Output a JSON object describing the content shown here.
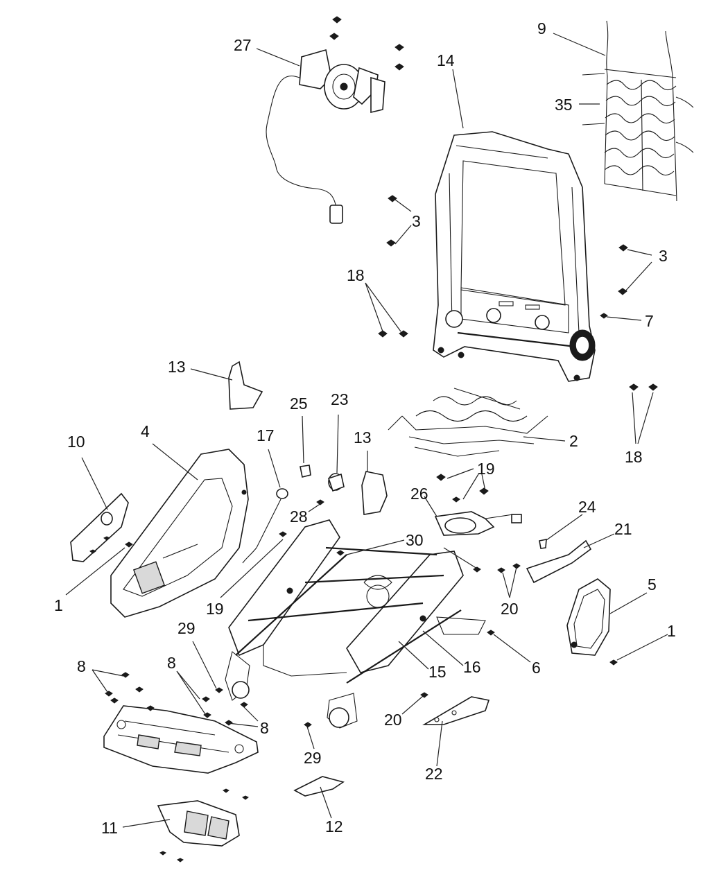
{
  "callouts": [
    {
      "id": "c9",
      "label": "9"
    },
    {
      "id": "c27",
      "label": "27"
    },
    {
      "id": "c14",
      "label": "14"
    },
    {
      "id": "c35",
      "label": "35"
    },
    {
      "id": "c3a",
      "label": "3"
    },
    {
      "id": "c3b",
      "label": "3"
    },
    {
      "id": "c18a",
      "label": "18"
    },
    {
      "id": "c7",
      "label": "7"
    },
    {
      "id": "c13a",
      "label": "13"
    },
    {
      "id": "c25",
      "label": "25"
    },
    {
      "id": "c23",
      "label": "23"
    },
    {
      "id": "c13b",
      "label": "13"
    },
    {
      "id": "c2",
      "label": "2"
    },
    {
      "id": "c18b",
      "label": "18"
    },
    {
      "id": "c10",
      "label": "10"
    },
    {
      "id": "c4",
      "label": "4"
    },
    {
      "id": "c17",
      "label": "17"
    },
    {
      "id": "c19a",
      "label": "19"
    },
    {
      "id": "c26",
      "label": "26"
    },
    {
      "id": "c28",
      "label": "28"
    },
    {
      "id": "c24",
      "label": "24"
    },
    {
      "id": "c30",
      "label": "30"
    },
    {
      "id": "c21",
      "label": "21"
    },
    {
      "id": "c1a",
      "label": "1"
    },
    {
      "id": "c19b",
      "label": "19"
    },
    {
      "id": "c20a",
      "label": "20"
    },
    {
      "id": "c5",
      "label": "5"
    },
    {
      "id": "c1b",
      "label": "1"
    },
    {
      "id": "c29a",
      "label": "29"
    },
    {
      "id": "c8a",
      "label": "8"
    },
    {
      "id": "c8b",
      "label": "8"
    },
    {
      "id": "c15",
      "label": "15"
    },
    {
      "id": "c16",
      "label": "16"
    },
    {
      "id": "c6",
      "label": "6"
    },
    {
      "id": "c8c",
      "label": "8"
    },
    {
      "id": "c20b",
      "label": "20"
    },
    {
      "id": "c29b",
      "label": "29"
    },
    {
      "id": "c22",
      "label": "22"
    },
    {
      "id": "c11",
      "label": "11"
    },
    {
      "id": "c12",
      "label": "12"
    }
  ]
}
